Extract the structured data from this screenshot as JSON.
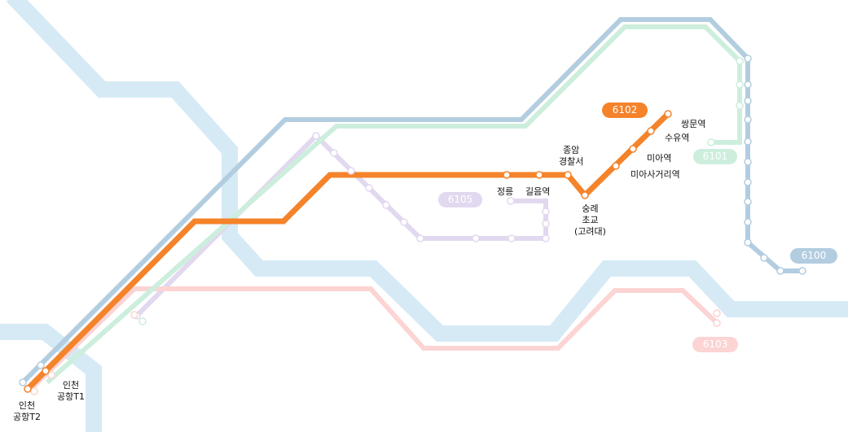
{
  "colors": {
    "river": "#d6eaf6",
    "line_6100": "#b3cde0",
    "line_6101": "#cdeedd",
    "line_6102": "#f5832a",
    "line_6103": "#fcd4d3",
    "line_6105": "#e2d8ef",
    "badge_6100": "#b3cde0",
    "badge_6101": "#cdeedd",
    "badge_6102": "#f5832a",
    "badge_6103": "#fcd4d3",
    "badge_6105": "#e2d8ef"
  },
  "routes": {
    "r6100": "6100",
    "r6101": "6101",
    "r6102": "6102",
    "r6103": "6103",
    "r6105": "6105"
  },
  "stations": {
    "incheon_t2": "인천\n공항T2",
    "incheon_t1": "인천\n공항T1",
    "jeongneung": "정릉",
    "gireum": "길음역",
    "jongam": "종암\n경찰서",
    "sungnye": "숭례\n초교\n(고려대)",
    "mia_sageori": "미아사거리역",
    "mia": "미아역",
    "suyu": "수유역",
    "ssangmun": "쌍문역"
  }
}
